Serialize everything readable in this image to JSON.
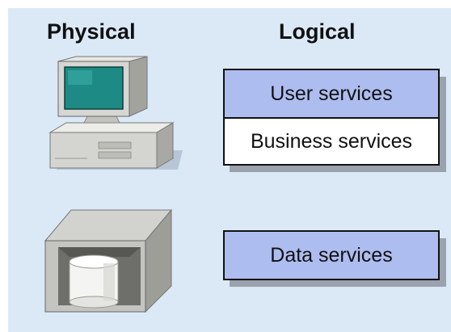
{
  "headings": {
    "physical": "Physical",
    "logical": "Logical"
  },
  "logical_layers": {
    "user_services": "User services",
    "business_services": "Business services",
    "data_services": "Data services"
  },
  "colors": {
    "background": "#dbe9f7",
    "service_box_highlight": "#aebdf0",
    "service_box_plain": "#ffffff",
    "monitor_screen": "#1e8a86",
    "hardware_body": "#d4d4d0"
  },
  "icons": {
    "physical_client": "desktop-computer-icon",
    "physical_server": "database-server-icon"
  }
}
